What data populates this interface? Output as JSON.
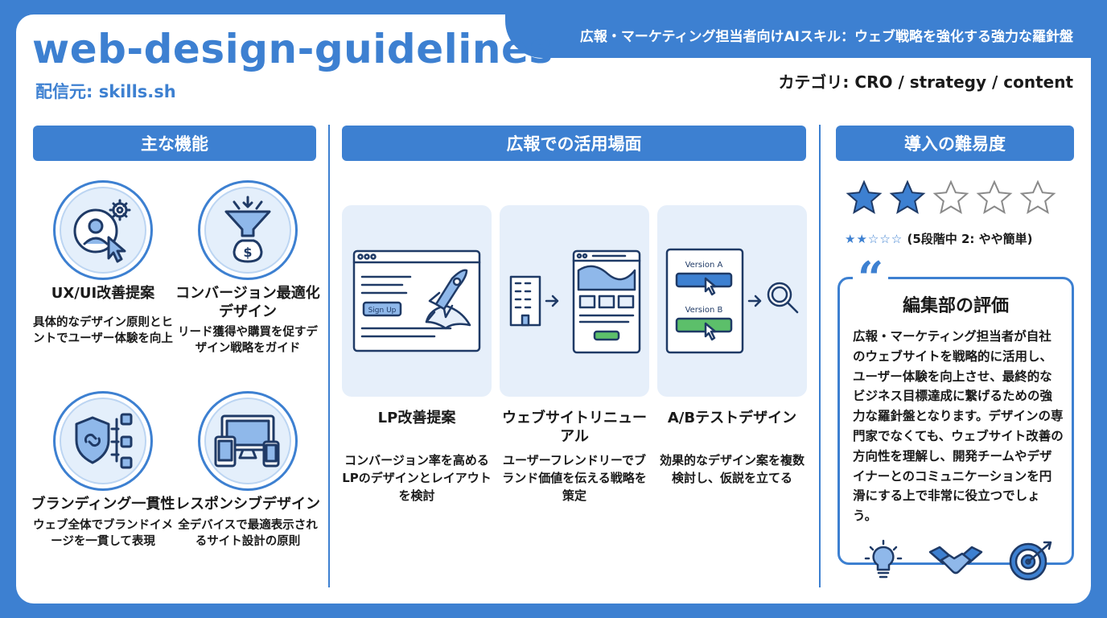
{
  "header": {
    "title": "web-design-guidelines",
    "publisher": "配信元: skills.sh",
    "banner": "広報・マーケティング担当者向けAIスキル：ウェブ戦略を強化する強力な羅針盤",
    "category": "カテゴリ: CRO / strategy / content"
  },
  "sections": {
    "features": "主な機能",
    "use_cases": "広報での活用場面",
    "difficulty": "導入の難易度"
  },
  "features": [
    {
      "title": "UX/UI改善提案",
      "desc": "具体的なデザイン原則とヒントでユーザー体験を向上",
      "icon": "user-gear-cursor-icon"
    },
    {
      "title": "コンバージョン最適化デザイン",
      "desc": "リード獲得や購買を促すデザイン戦略をガイド",
      "icon": "funnel-moneybag-icon"
    },
    {
      "title": "ブランディング一貫性",
      "desc": "ウェブ全体でブランドイメージを一貫して表現",
      "icon": "shield-link-icon"
    },
    {
      "title": "レスポンシブデザイン",
      "desc": "全デバイスで最適表示されるサイト設計の原則",
      "icon": "devices-icon"
    }
  ],
  "use_cases": [
    {
      "title": "LP改善提案",
      "desc": "コンバージョン率を高めるLPのデザインとレイアウトを検討",
      "illus_label": "Sign Up"
    },
    {
      "title": "ウェブサイトリニューアル",
      "desc": "ユーザーフレンドリーでブランド価値を伝える戦略を策定"
    },
    {
      "title": "A/Bテストデザイン",
      "desc": "効果的なデザイン案を複数検討し、仮説を立てる",
      "version_a": "Version A",
      "version_b": "Version B"
    }
  ],
  "difficulty": {
    "rating": 2,
    "max": 5,
    "text": "(5段階中 2: やや簡単)",
    "small_stars": "★★☆☆☆"
  },
  "review": {
    "quote_mark": "“",
    "title": "編集部の評価",
    "text": "広報・マーケティング担当者が自社のウェブサイトを戦略的に活用し、ユーザー体験を向上させ、最終的なビジネス目標達成に繋げるための強力な羅針盤となります。デザインの専門家でなくても、ウェブサイト改善の方向性を理解し、開発チームやデザイナーとのコミュニケーションを円滑にする上で非常に役立つでしょう。",
    "icons": [
      "lightbulb-icon",
      "handshake-icon",
      "target-icon"
    ]
  },
  "colors": {
    "accent": "#3d80d1",
    "panel": "#e6effa",
    "success": "#5cbf6a"
  }
}
